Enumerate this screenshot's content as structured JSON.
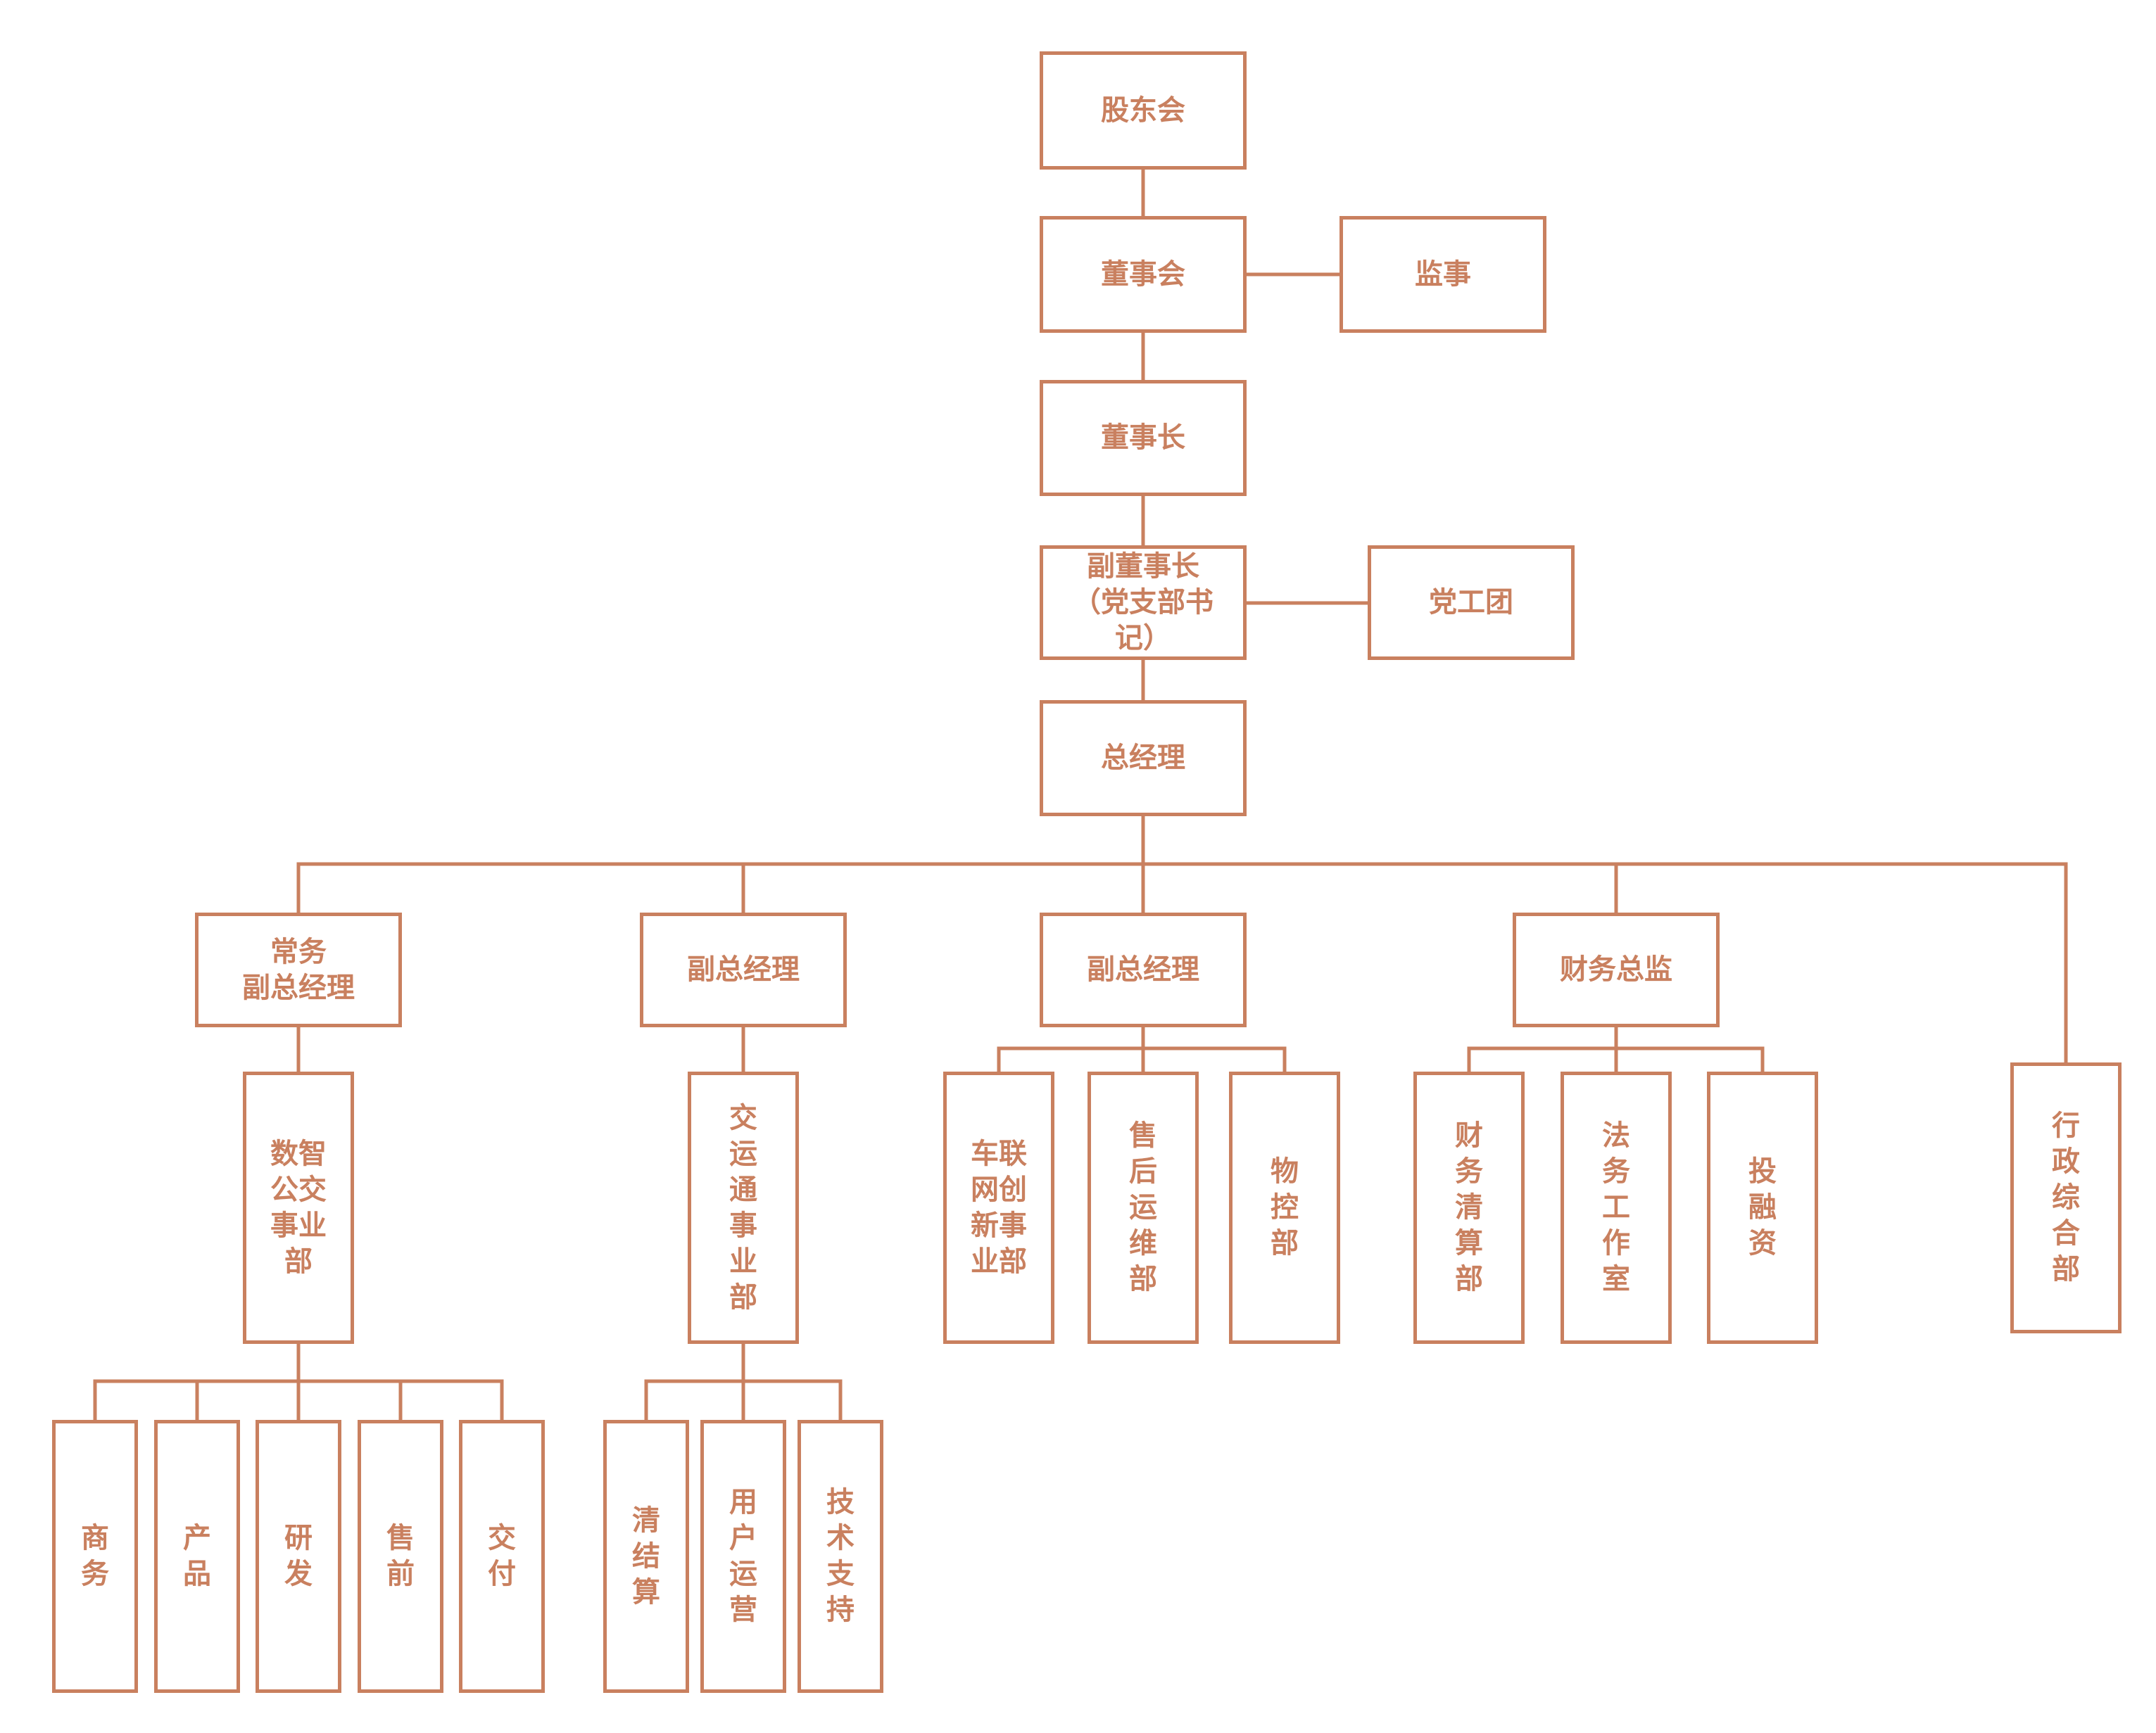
{
  "style": {
    "line_color": "#c9805f",
    "text_color": "#c9805f"
  },
  "nodes": {
    "shareholders": "股东会",
    "board": "董事会",
    "supervisor": "监事",
    "chairman": "董事长",
    "vice_chairman": "副董事长\n（党支部书\n记）",
    "party": "党工团",
    "gm": "总经理",
    "exec_vp": "常务\n副总经理",
    "vp1": "副总经理",
    "vp2": "副总经理",
    "cfo": "财务总监",
    "admin": "行\n政\n综\n合\n部",
    "smart_bus": "数智\n公交\n事业\n部",
    "transport": "交\n运\n通\n事\n业\n部",
    "iov": "车联\n网创\n新事\n业部",
    "after_sales": "售\n后\n运\n维\n部",
    "logistics": "物\n控\n部",
    "finance_clearing": "财\n务\n清\n算\n部",
    "legal": "法\n务\n工\n作\n室",
    "investment": "投\n融\n资",
    "biz": "商\n务",
    "product": "产\n品",
    "rnd": "研\n发",
    "presales": "售\n前",
    "delivery": "交\n付",
    "settlement": "清\n结\n算",
    "user_ops": "用\n户\n运\n营",
    "tech_support": "技\n术\n支\n持"
  }
}
